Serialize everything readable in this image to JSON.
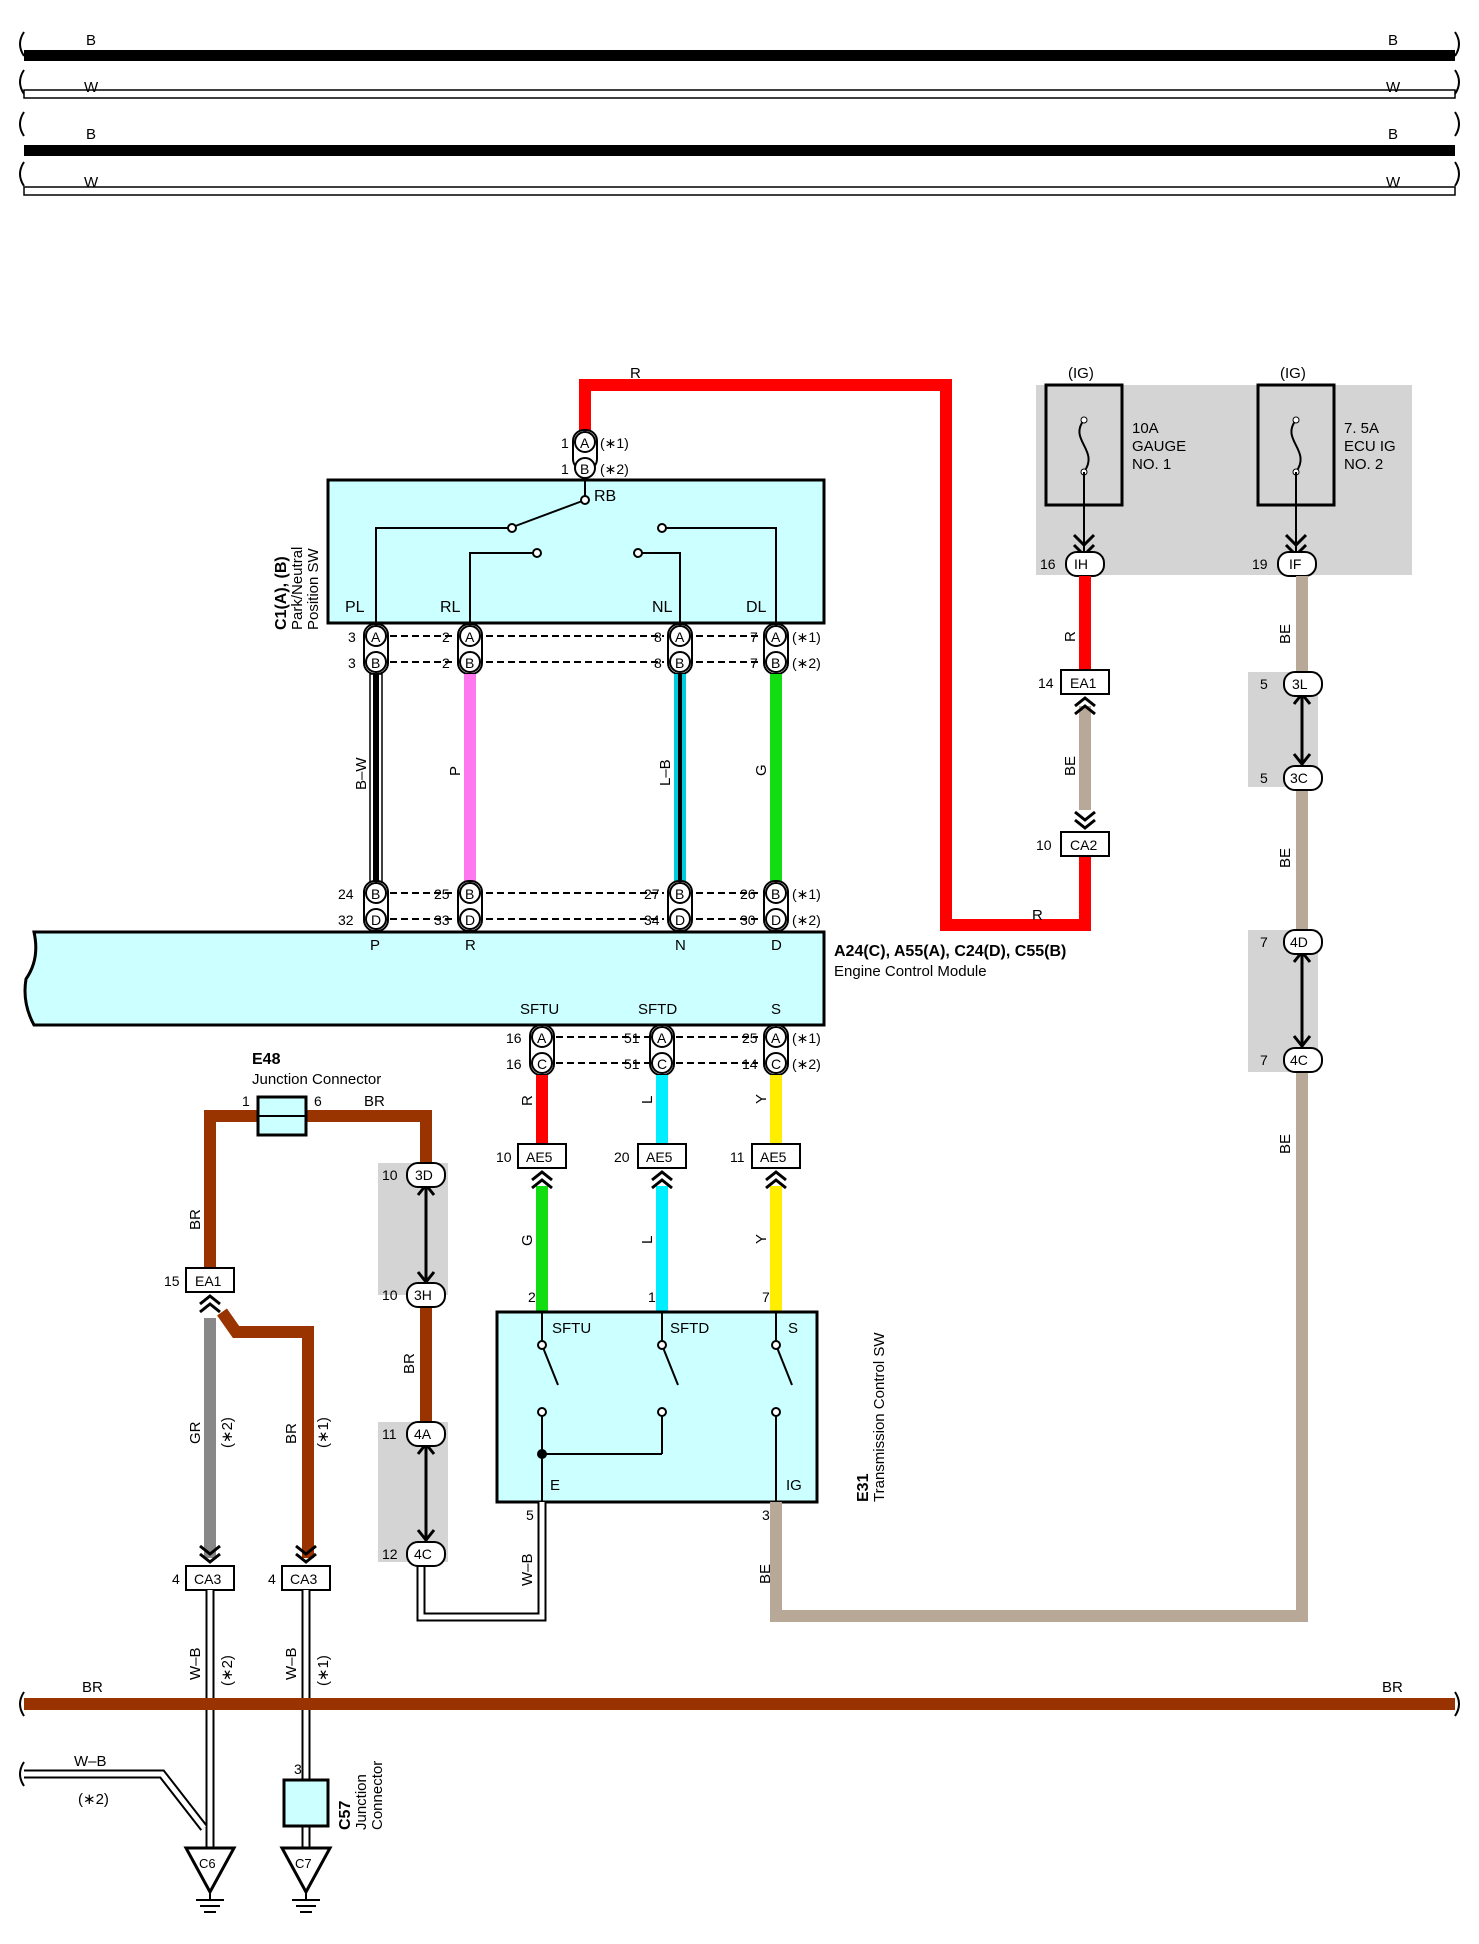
{
  "bus": {
    "b1_label": "B",
    "w1_label": "W",
    "b2_label": "B",
    "w2_label": "W",
    "br_label": "BR"
  },
  "pnp": {
    "ref": "C1(A), (B)",
    "name1": "Park/Neutral",
    "name2": "Position SW",
    "rb": "RB",
    "pl": "PL",
    "rl": "RL",
    "nl": "NL",
    "dl": "DL",
    "top_pin_a": "1",
    "top_pin_b": "1",
    "pins_a": [
      "3",
      "2",
      "8",
      "7"
    ],
    "pins_b": [
      "3",
      "2",
      "8",
      "7"
    ],
    "wire_bw": "B–W",
    "wire_p": "P",
    "wire_lb": "L–B",
    "wire_g": "G",
    "wire_r_top": "R"
  },
  "ecm": {
    "ref": "A24(C), A55(A), C24(D), C55(B)",
    "name": "Engine Control Module",
    "top_pins_b": [
      "24",
      "25",
      "27",
      "26"
    ],
    "top_pins_d": [
      "32",
      "33",
      "34",
      "30"
    ],
    "labels_top": [
      "P",
      "R",
      "N",
      "D"
    ],
    "labels_bottom": [
      "SFTU",
      "SFTD",
      "S"
    ],
    "bottom_pins_a": [
      "16",
      "51",
      "25"
    ],
    "bottom_pins_c": [
      "16",
      "51",
      "14"
    ]
  },
  "conn": {
    "A": "A",
    "B": "B",
    "C": "C",
    "D": "D",
    "star1": "(∗1)",
    "star2": "(∗2)"
  },
  "fuse1": {
    "ig": "(IG)",
    "l1": "10A",
    "l2": "GAUGE",
    "l3": "NO. 1",
    "pin": "16",
    "conn": "IH"
  },
  "fuse2": {
    "ig": "(IG)",
    "l1": "7. 5A",
    "l2": "ECU IG",
    "l3": "NO. 2",
    "pin": "19",
    "conn": "IF"
  },
  "right": {
    "r_label": "R",
    "be_label": "BE",
    "ea1_pin": "14",
    "ea1": "EA1",
    "ca2_pin": "10",
    "ca2": "CA2",
    "r_bottom": "R",
    "p3l": "5",
    "c3l": "3L",
    "p3c": "5",
    "c3c": "3C",
    "be2": "BE",
    "p4d": "7",
    "c4d": "4D",
    "p4c": "7",
    "c4c": "4C",
    "be3": "BE"
  },
  "tcs": {
    "ref": "E31",
    "name": "Transmission Control SW",
    "sftu": "SFTU",
    "sftd": "SFTD",
    "s": "S",
    "e": "E",
    "ig": "IG",
    "pin_sftu": "2",
    "pin_sftd": "1",
    "pin_s": "7",
    "pin_e": "5",
    "pin_ig": "3",
    "ae5": "AE5",
    "ae5_pins": [
      "10",
      "20",
      "11"
    ],
    "wires_top": [
      "R",
      "L",
      "Y"
    ],
    "wires_bottom": [
      "G",
      "L",
      "Y"
    ],
    "wb": "W–B",
    "be": "BE"
  },
  "e48": {
    "ref": "E48",
    "name": "Junction Connector",
    "pin1": "1",
    "pin6": "6",
    "br": "BR"
  },
  "left": {
    "ea1_pin": "15",
    "ea1": "EA1",
    "br": "BR",
    "gr": "GR",
    "star2": "(∗2)",
    "br2": "BR",
    "star1": "(∗1)",
    "ca3_pin1": "4",
    "ca3_pin2": "4",
    "ca3": "CA3",
    "wb1": "W–B",
    "wb2": "W–B",
    "p3d": "10",
    "c3d": "3D",
    "p3h": "10",
    "c3h": "3H",
    "br_mid": "BR",
    "p4a": "11",
    "c4a": "4A",
    "p4c": "12",
    "c4c": "4C"
  },
  "ground": {
    "wb_label": "W–B",
    "star2": "(∗2)",
    "c57_pin": "3",
    "c57_ref": "C57",
    "c57_name1": "Junction",
    "c57_name2": "Connector",
    "c6": "C6",
    "c7": "C7"
  }
}
